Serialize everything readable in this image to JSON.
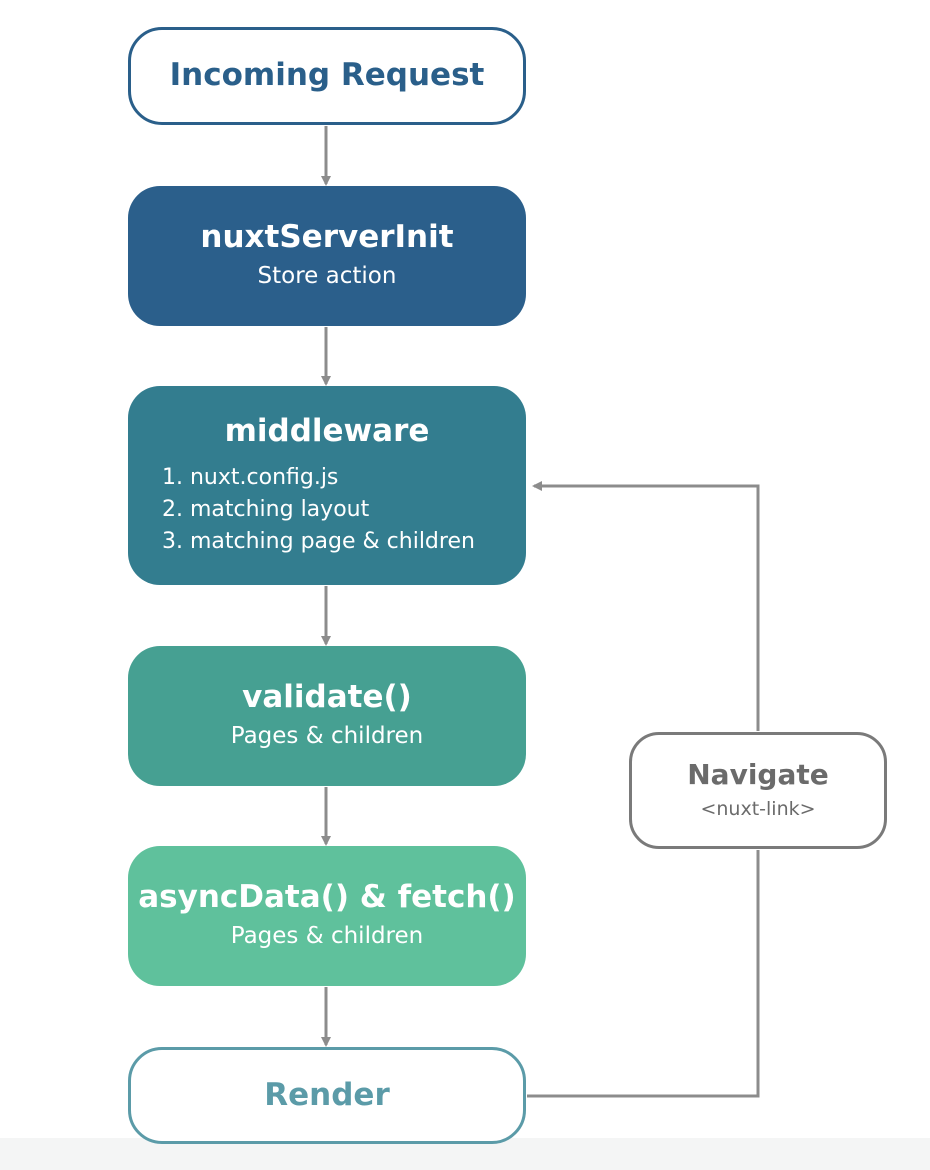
{
  "diagram": {
    "nodes": {
      "incoming": {
        "title": "Incoming Request"
      },
      "nuxtserverinit": {
        "title": "nuxtServerInit",
        "subtitle": "Store action"
      },
      "middleware": {
        "title": "middleware",
        "steps": [
          "1. nuxt.config.js",
          "2. matching layout",
          "3. matching page & children"
        ]
      },
      "validate": {
        "title": "validate()",
        "subtitle": "Pages & children"
      },
      "asyncdata": {
        "title": "asyncData() & fetch()",
        "subtitle": "Pages & children"
      },
      "render": {
        "title": "Render"
      },
      "navigate": {
        "title": "Navigate",
        "subtitle": "<nuxt-link>"
      }
    },
    "edges": [
      {
        "from": "incoming",
        "to": "nuxtserverinit"
      },
      {
        "from": "nuxtserverinit",
        "to": "middleware"
      },
      {
        "from": "middleware",
        "to": "validate"
      },
      {
        "from": "validate",
        "to": "asyncdata"
      },
      {
        "from": "asyncdata",
        "to": "render"
      },
      {
        "from": "render",
        "to": "navigate"
      },
      {
        "from": "navigate",
        "to": "middleware"
      }
    ],
    "colors": {
      "incoming_border": "#2a5f8a",
      "nuxtserverinit_fill": "#2b5f8b",
      "middleware_fill": "#337d8f",
      "validate_fill": "#46a092",
      "asyncdata_fill": "#5fc19c",
      "render_border": "#5b9ba8",
      "navigate_border": "#7a7a7a",
      "connector": "#8c8c8c"
    }
  }
}
